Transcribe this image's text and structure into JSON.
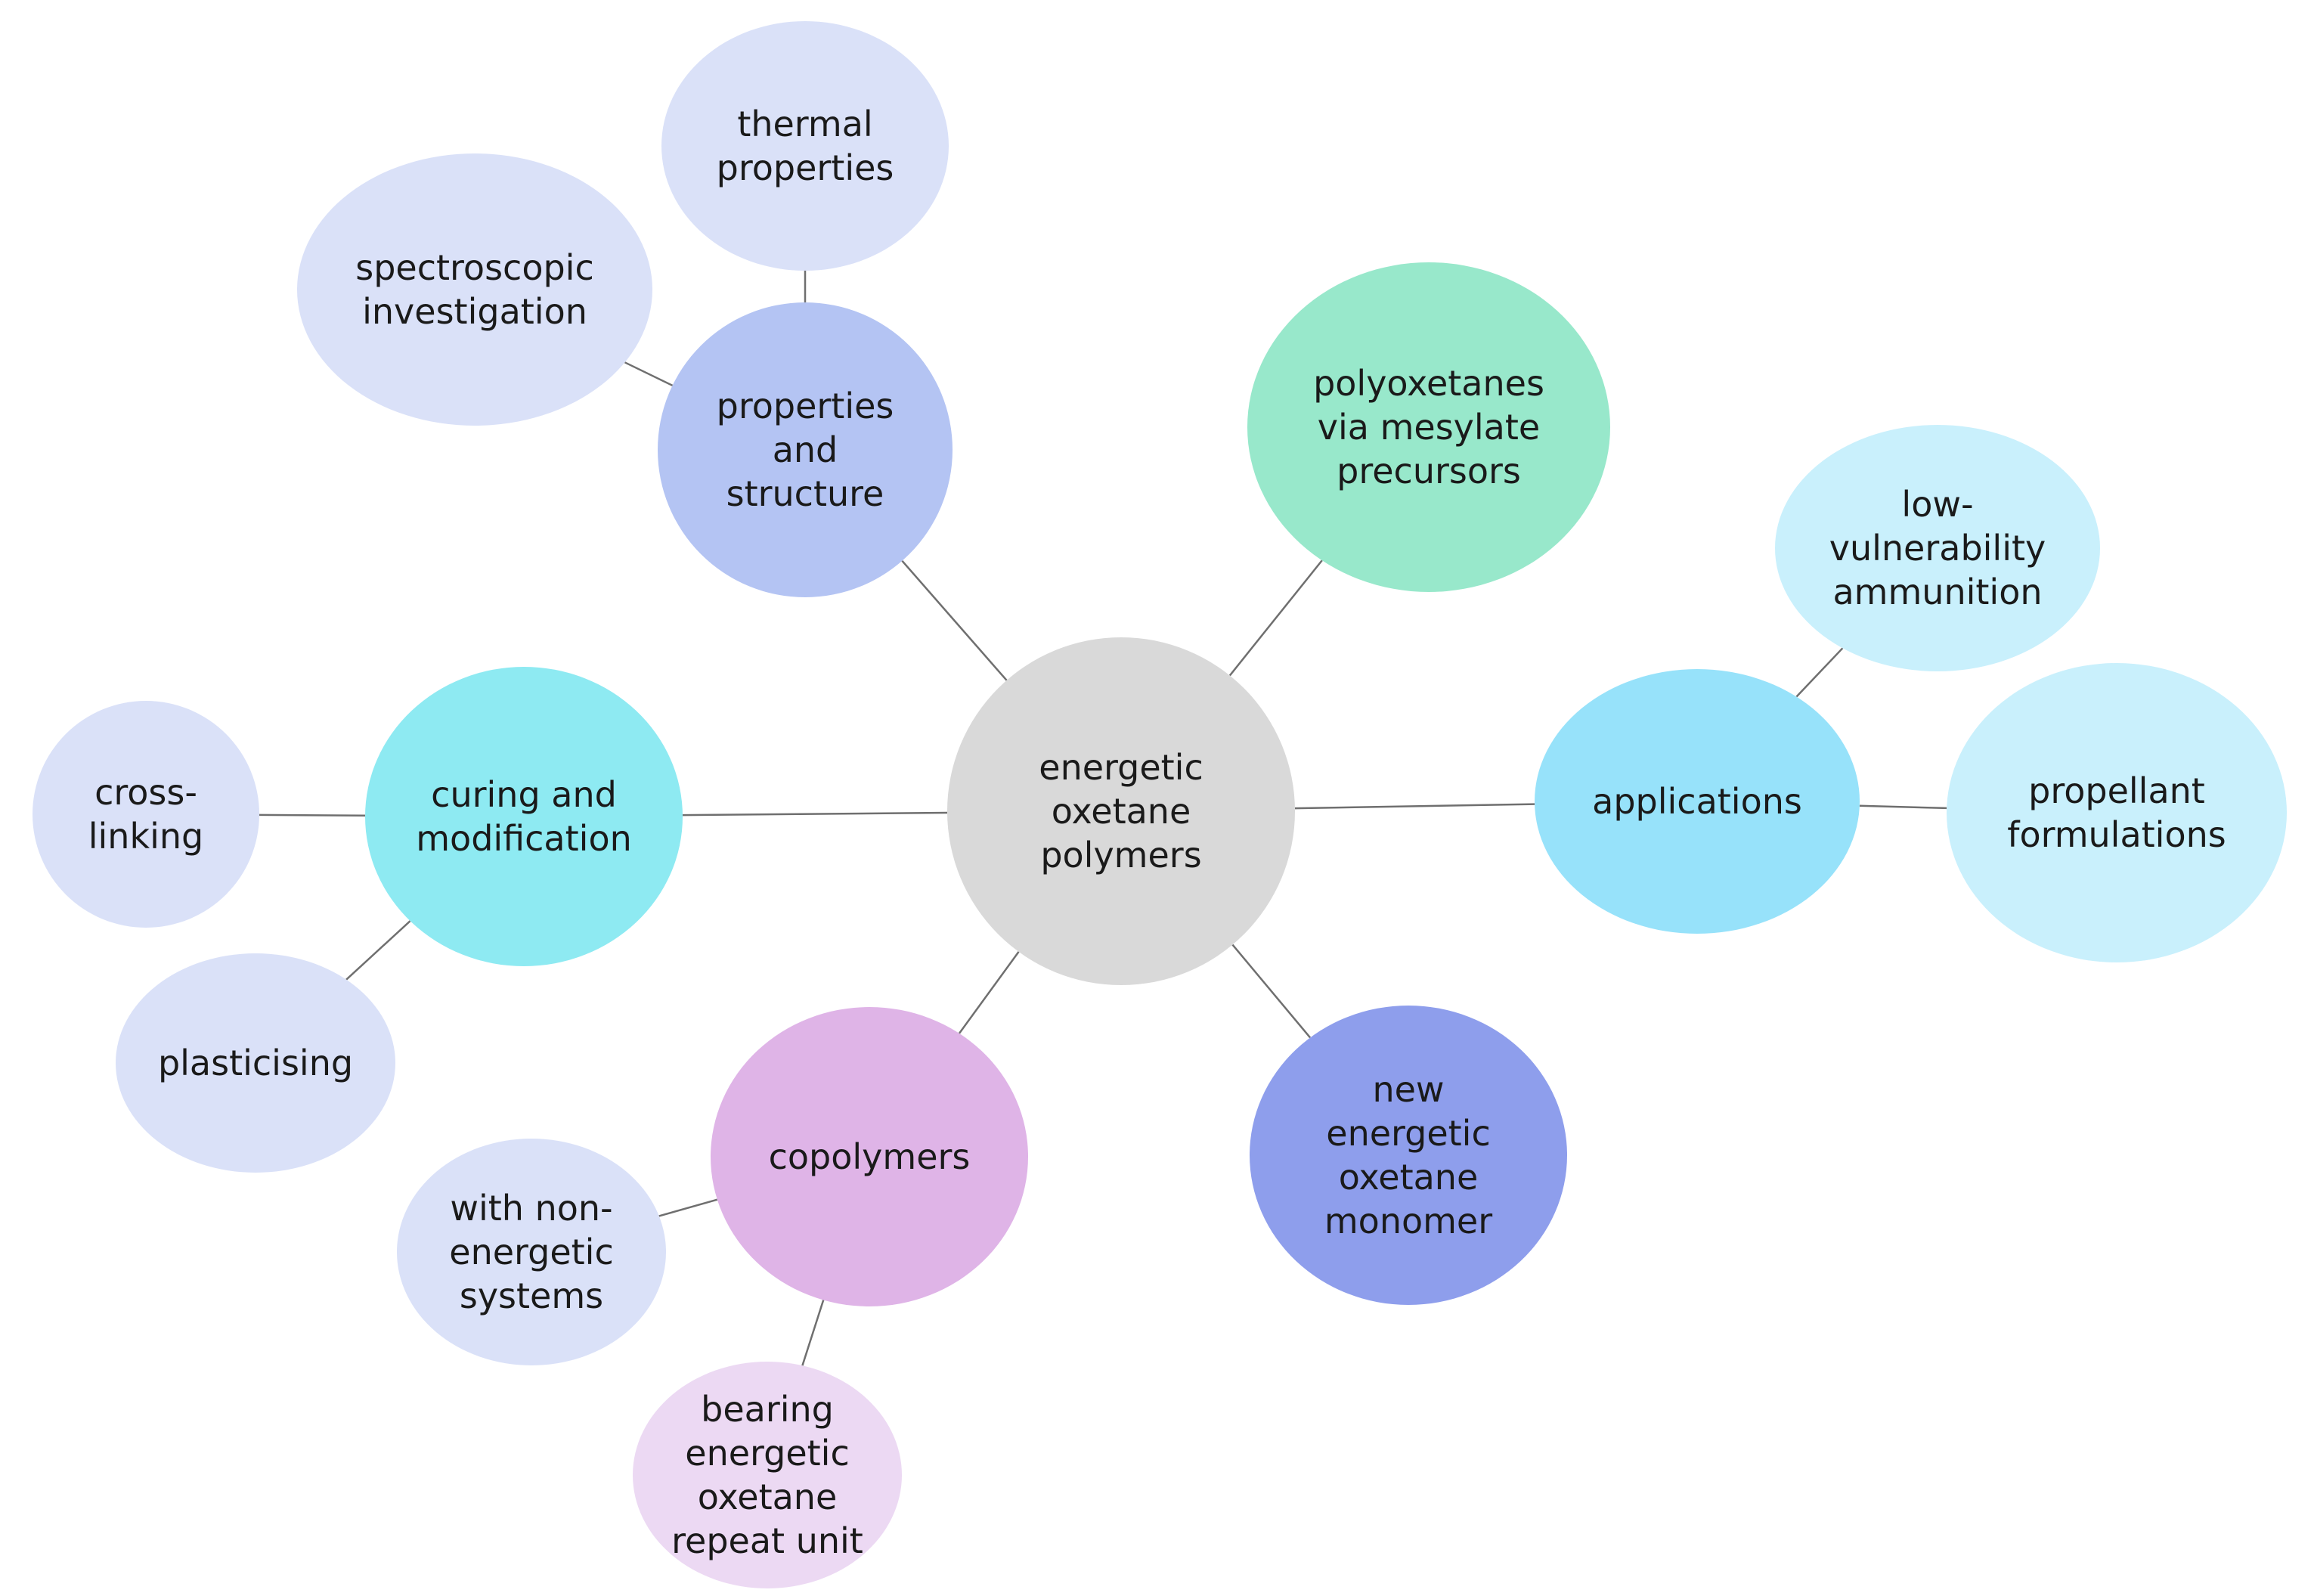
{
  "nodes": [
    {
      "id": "center",
      "lines": [
        "energetic",
        "oxetane",
        "polymers"
      ],
      "color": "#d9d9d9"
    },
    {
      "id": "properties-structure",
      "lines": [
        "properties",
        "and",
        "structure"
      ],
      "color": "#b4c4f3"
    },
    {
      "id": "thermal-properties",
      "lines": [
        "thermal",
        "properties"
      ],
      "color": "#dae1f8"
    },
    {
      "id": "spectroscopic-investigation",
      "lines": [
        "spectroscopic",
        "investigation"
      ],
      "color": "#dae1f8"
    },
    {
      "id": "polyoxetanes-mesylate",
      "lines": [
        "polyoxetanes",
        "via mesylate",
        "precursors"
      ],
      "color": "#98e8cb"
    },
    {
      "id": "applications",
      "lines": [
        "applications"
      ],
      "color": "#97e2fa"
    },
    {
      "id": "low-vulnerability-ammunition",
      "lines": [
        "low-",
        "vulnerability",
        "ammunition"
      ],
      "color": "#c9f0fc"
    },
    {
      "id": "propellant-formulations",
      "lines": [
        "propellant",
        "formulations"
      ],
      "color": "#c9f0fc"
    },
    {
      "id": "curing-modification",
      "lines": [
        "curing and",
        "modification"
      ],
      "color": "#8eeaf2"
    },
    {
      "id": "cross-linking",
      "lines": [
        "cross-",
        "linking"
      ],
      "color": "#dae1f8"
    },
    {
      "id": "plasticising",
      "lines": [
        "plasticising"
      ],
      "color": "#dae1f8"
    },
    {
      "id": "copolymers",
      "lines": [
        "copolymers"
      ],
      "color": "#dfb4e7"
    },
    {
      "id": "with-non-energetic-systems",
      "lines": [
        "with non-",
        "energetic",
        "systems"
      ],
      "color": "#dae1f8"
    },
    {
      "id": "bearing-energetic-oxetane",
      "lines": [
        "bearing",
        "energetic",
        "oxetane",
        "repeat unit"
      ],
      "color": "#ecd9f3"
    },
    {
      "id": "new-energetic-monomer",
      "lines": [
        "new",
        "energetic",
        "oxetane",
        "monomer"
      ],
      "color": "#8e9eec"
    }
  ],
  "edges": [
    [
      "center",
      "properties-structure"
    ],
    [
      "center",
      "polyoxetanes-mesylate"
    ],
    [
      "center",
      "applications"
    ],
    [
      "center",
      "curing-modification"
    ],
    [
      "center",
      "copolymers"
    ],
    [
      "center",
      "new-energetic-monomer"
    ],
    [
      "properties-structure",
      "thermal-properties"
    ],
    [
      "properties-structure",
      "spectroscopic-investigation"
    ],
    [
      "applications",
      "low-vulnerability-ammunition"
    ],
    [
      "applications",
      "propellant-formulations"
    ],
    [
      "curing-modification",
      "cross-linking"
    ],
    [
      "curing-modification",
      "plasticising"
    ],
    [
      "copolymers",
      "with-non-energetic-systems"
    ],
    [
      "copolymers",
      "bearing-energetic-oxetane"
    ]
  ]
}
